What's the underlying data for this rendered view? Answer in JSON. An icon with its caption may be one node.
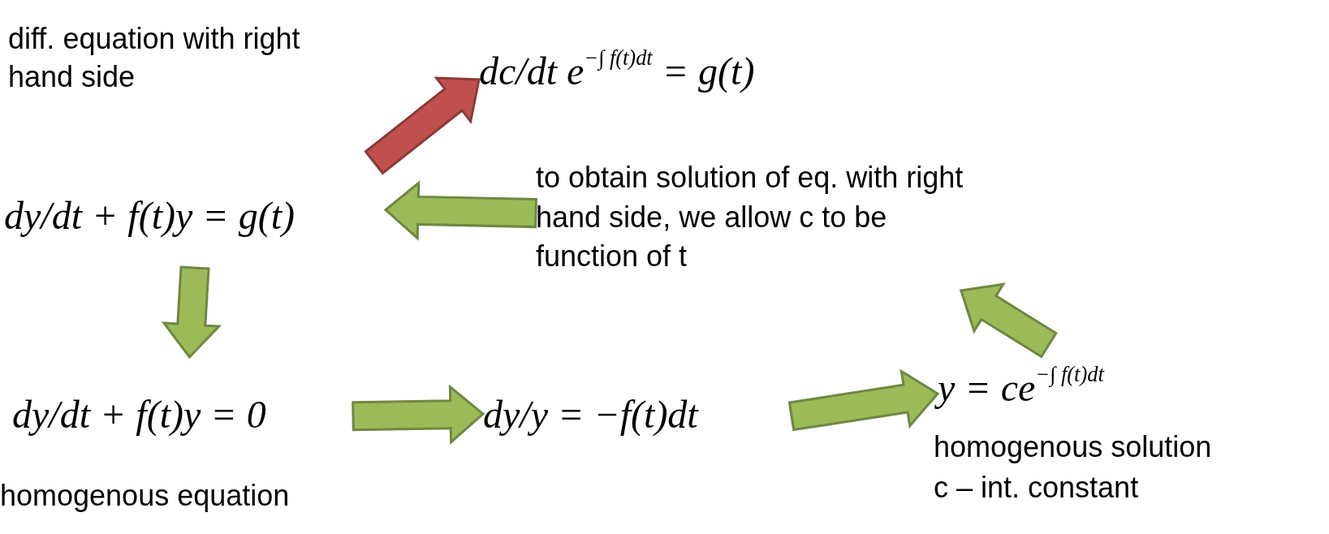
{
  "diagram": {
    "nodes": [
      {
        "text": [
          "dc/dt e$^{−∫ f(t)dt}$ = g(t)"
        ]
      },
      {
        "text": [
          "dy/dt + f(t)y = g(t)"
        ],
        "beside": [
          "diff. equation with right hand side"
        ]
      },
      {
        "text": [
          "dy/dt + f(t)y = 0"
        ],
        "beside": [
          "homogenous equation"
        ]
      },
      {
        "text": [
          "dy/y = −f(t)dt"
        ]
      },
      {
        "text": [
          "y = ce$^{−∫ f(t)dt}$"
        ],
        "beside": [
          "homogenous solution",
          "c – int. constant"
        ]
      },
      {
        "text": [
          "to obtain solution of eq. with right hand side, we allow c to be function of  t"
        ]
      }
    ],
    "edges": [
      {
        "from": 1,
        "to": 0,
        "arrow": "to",
        "color": "#c0504d"
      },
      {
        "from": 1,
        "to": 2,
        "arrow": "to"
      },
      {
        "from": 2,
        "to": 3,
        "arrow": "to"
      },
      {
        "from": 3,
        "to": 4,
        "arrow": "to"
      },
      {
        "from": 4,
        "to": 5,
        "arrow": "to"
      },
      {
        "from": 5,
        "to": 1,
        "arrow": "to"
      }
    ]
  }
}
